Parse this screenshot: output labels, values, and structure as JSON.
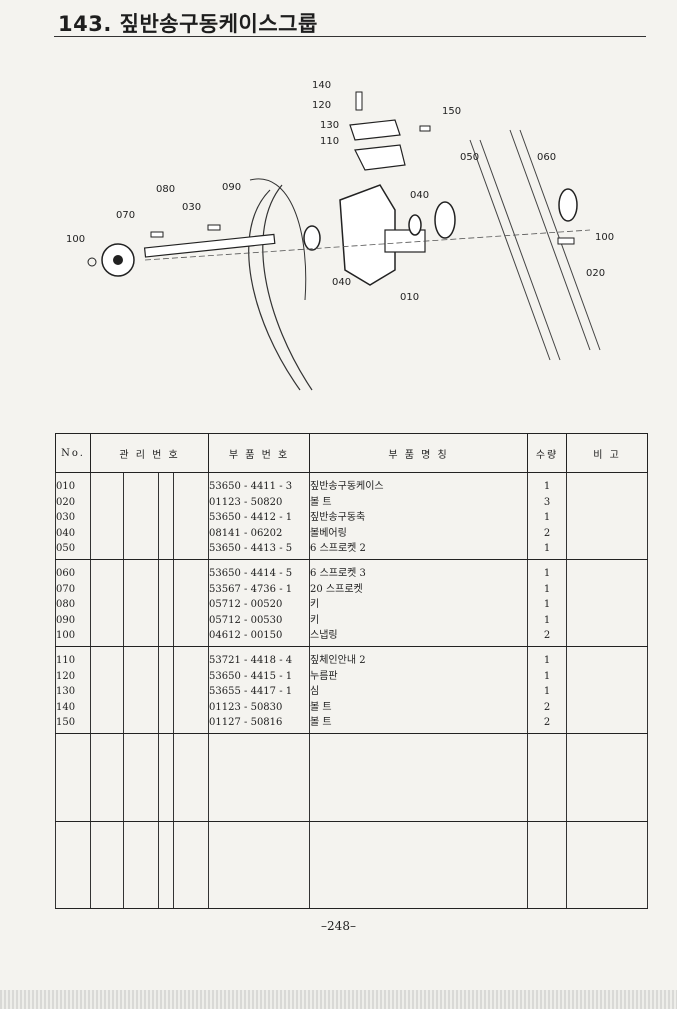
{
  "page": {
    "title": "143. 짚반송구동케이스그룹",
    "page_number": "–248–"
  },
  "diagram": {
    "callouts": [
      "140",
      "120",
      "130",
      "110",
      "150",
      "050",
      "060",
      "080",
      "090",
      "070",
      "030",
      "100",
      "040",
      "040",
      "010",
      "020",
      "100"
    ]
  },
  "table": {
    "headers": {
      "no": "No.",
      "mgmt": "관 리 번 호",
      "part_no": "부 품 번 호",
      "part_name": "부 품 명 칭",
      "qty": "수량",
      "remarks": "비 고"
    },
    "groups": [
      {
        "no": [
          "010",
          "020",
          "030",
          "040",
          "050"
        ],
        "part_no": [
          "53650 - 4411 - 3",
          "01123 - 50820",
          "53650 - 4412 - 1",
          "08141 - 06202",
          "53650 - 4413 - 5"
        ],
        "name": [
          "짚반송구동케이스",
          "볼 트",
          "짚반송구동축",
          "볼베어링",
          "6 스프로켓 2"
        ],
        "qty": [
          "1",
          "3",
          "1",
          "2",
          "1"
        ]
      },
      {
        "no": [
          "060",
          "070",
          "080",
          "090",
          "100"
        ],
        "part_no": [
          "53650 - 4414 - 5",
          "53567 - 4736 - 1",
          "05712 - 00520",
          "05712 - 00530",
          "04612 - 00150"
        ],
        "name": [
          "6 스프로켓 3",
          "20 스프로켓",
          "키",
          "키",
          "스냅링"
        ],
        "qty": [
          "1",
          "1",
          "1",
          "1",
          "2"
        ]
      },
      {
        "no": [
          "110",
          "120",
          "130",
          "140",
          "150"
        ],
        "part_no": [
          "53721 - 4418 - 4",
          "53650 - 4415 - 1",
          "53655 - 4417 - 1",
          "01123 - 50830",
          "01127 - 50816"
        ],
        "name": [
          "짚체인안내 2",
          "누름판",
          "심",
          "볼 트",
          "볼 트"
        ],
        "qty": [
          "1",
          "1",
          "1",
          "2",
          "2"
        ]
      }
    ]
  }
}
